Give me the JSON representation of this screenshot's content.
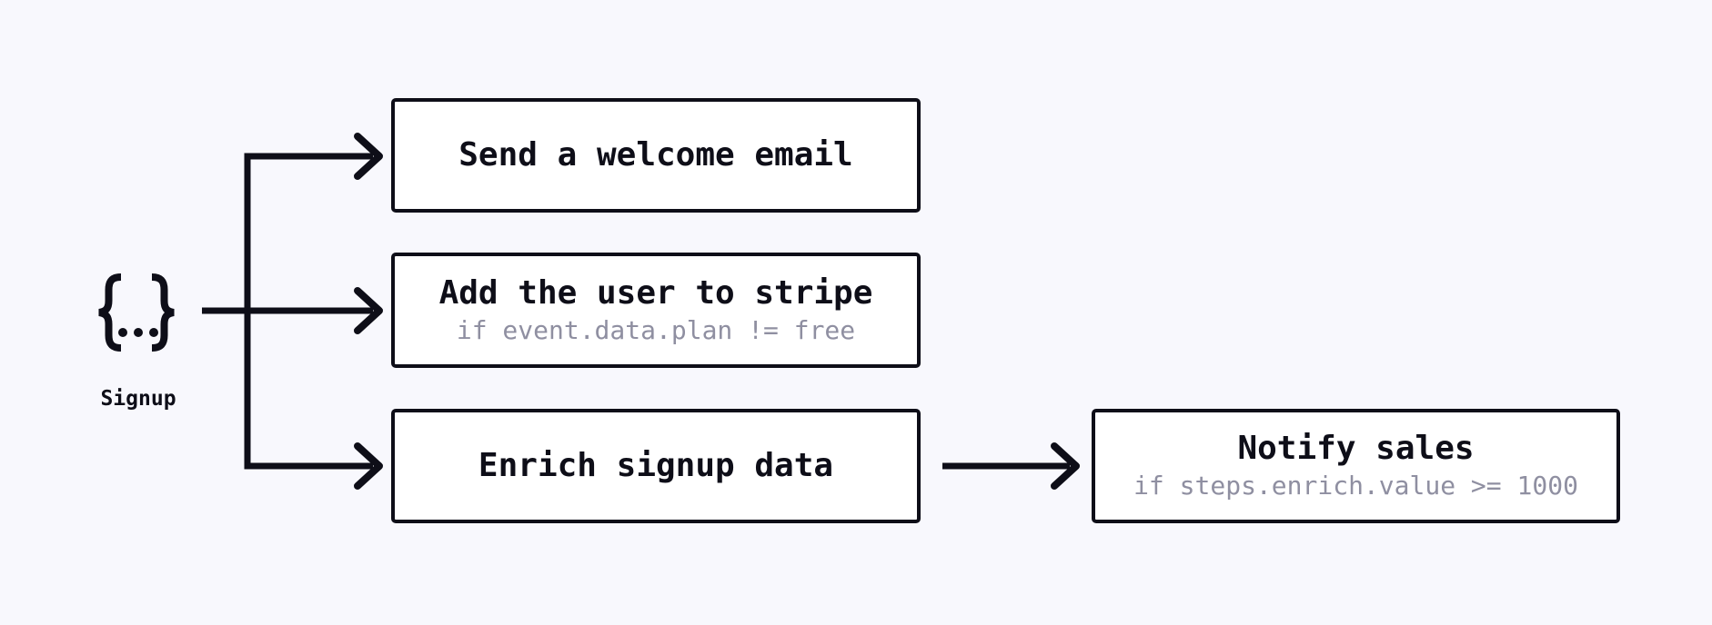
{
  "diagram": {
    "trigger": {
      "label": "Signup",
      "icon": "event-payload-braces-icon"
    },
    "steps": [
      {
        "title": "Send a welcome email"
      },
      {
        "title": "Add the user to stripe",
        "condition": "if event.data.plan != free"
      },
      {
        "title": "Enrich signup data"
      },
      {
        "title": "Notify sales",
        "condition": "if steps.enrich.value >= 1000"
      }
    ],
    "colors": {
      "background": "#f8f8fd",
      "foreground": "#0e0e18",
      "muted": "#8f8fa1",
      "box_fill": "#ffffff"
    }
  }
}
